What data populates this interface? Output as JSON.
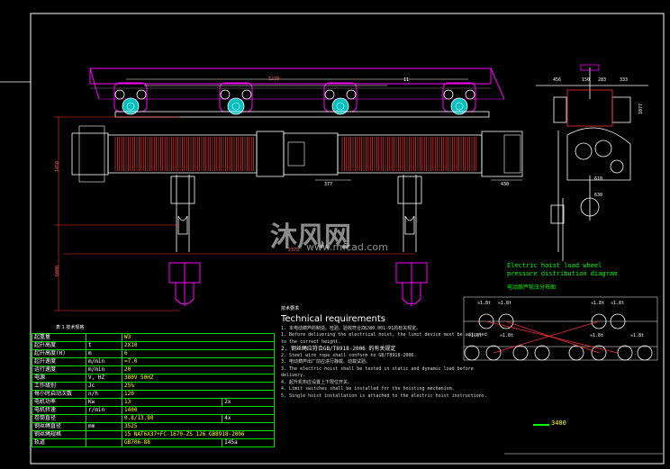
{
  "drawing": {
    "watermark": {
      "brand": "沐风网",
      "url": "www.mfcad.com"
    },
    "dimensions": {
      "top_span": "1239",
      "top_span_2": "11",
      "mid_span": "2370",
      "left_height_1": "1450",
      "left_height_2": "6000",
      "drum_dim_1": "377",
      "drum_dim_2": "430",
      "side_top": [
        "456",
        "150",
        "283",
        "333"
      ],
      "side_right": "1077",
      "side_mid": "610",
      "side_low": "630",
      "bottom_right": "3400"
    },
    "pressure_diagram": {
      "title_en": "Electric hoist load wheel pressure distribution diagram",
      "title_cn": "电动葫芦轮压分布图",
      "loads": [
        "≈1.8t",
        "≈1.8t",
        "≈1.8t",
        "≈1.8t",
        "≈1.8t",
        "≈1.8t",
        "≈1.8t",
        "≈1.8t"
      ]
    },
    "technical_requirements": {
      "heading_cn": "技术要求",
      "heading_en": "Technical requirements",
      "items": [
        "1. 本电动葫芦的制造、检验、验收符合ZBJ80.001-91的有关规定。",
        "1. Before delivering the electrical hoist, the limit device must be adjusted to the correct height.",
        "2. 钢丝绳应符合GB/T8918-2006 的有关规定",
        "2. Steel wire rope shall conform to GB/T8918-2006.",
        "3. 电动葫芦出厂前应进行静载、动载试验。",
        "3. The electric hoist shall be tested in static and dynamic load before delivery.",
        "4. 起升机构应设置上下限位开关。",
        "4. Limit switches shall be installed for the hoisting mechanism.",
        "5. Single hoist installation is attached to the electric hoist instructions."
      ]
    },
    "spec_table": {
      "title": "表 1  技术规格",
      "rows": [
        {
          "name": "起重量",
          "unit": "",
          "value": "W3",
          "extra": ""
        },
        {
          "name": "起升高度",
          "unit": "t",
          "value": "2X10",
          "extra": ""
        },
        {
          "name": "起升高度(H)",
          "unit": "m",
          "value": "6",
          "extra": ""
        },
        {
          "name": "起升速度",
          "unit": "m/min",
          "value": "≈7.0",
          "extra": ""
        },
        {
          "name": "运行速度",
          "unit": "m/min",
          "value": "20",
          "extra": ""
        },
        {
          "name": "电源",
          "unit": "V, HZ",
          "value": "380V  50HZ",
          "extra": ""
        },
        {
          "name": "工作级别",
          "unit": "Jc",
          "value": "25%",
          "extra": ""
        },
        {
          "name": "每小时启动次数",
          "unit": "n/h",
          "value": "120",
          "extra": ""
        },
        {
          "name": "电机功率",
          "unit": "Kw",
          "value": "13",
          "extra": "2x"
        },
        {
          "name": "电机转速",
          "unit": "r/min",
          "value": "1400",
          "extra": ""
        },
        {
          "name": "卷筒直径",
          "unit": "",
          "value": "0.8/13.80",
          "extra": "4x"
        },
        {
          "name": "钢丝绳直径",
          "unit": "mm",
          "value": "3525",
          "extra": ""
        },
        {
          "name": "钢丝绳规格",
          "unit": "",
          "value": "15 NAT6X37+FC-1670-ZS 126 GB8918-2006",
          "extra": ""
        },
        {
          "name": "轨道",
          "unit": "",
          "value": "GB706-88",
          "extra": "I45a"
        }
      ]
    },
    "colors": {
      "background": "#000000",
      "frame": "#ffffff",
      "hatch": "#ff3030",
      "magenta": "#ff00ff",
      "cyan": "#00ffff",
      "green": "#00ff00",
      "yellow": "#ffff00",
      "table_border": "#00e000"
    }
  }
}
